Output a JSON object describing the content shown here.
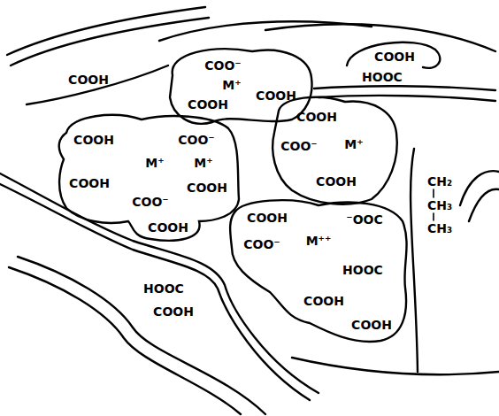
{
  "diagram": {
    "nodes": [
      {
        "text": [
          "COO⁻",
          "M⁺",
          "COOH",
          "COOH"
        ]
      },
      {
        "text": [
          "COOH",
          "COO⁻",
          "M⁺",
          "M⁺",
          "COOH",
          "COO⁻",
          "COOH",
          "COOH"
        ]
      },
      {
        "text": [
          "COOH",
          "COO⁻",
          "M⁺",
          "COOH"
        ]
      },
      {
        "text": [
          "COOH",
          "⁻OOC",
          "COO⁻",
          "M⁺⁺",
          "HOOC",
          "COOH",
          "COOH"
        ]
      }
    ],
    "labels": [
      "COOH",
      "HOOC",
      "COOH",
      "CH₂",
      "CH₃",
      "CH₃",
      "HOOC",
      "COOH"
    ]
  }
}
